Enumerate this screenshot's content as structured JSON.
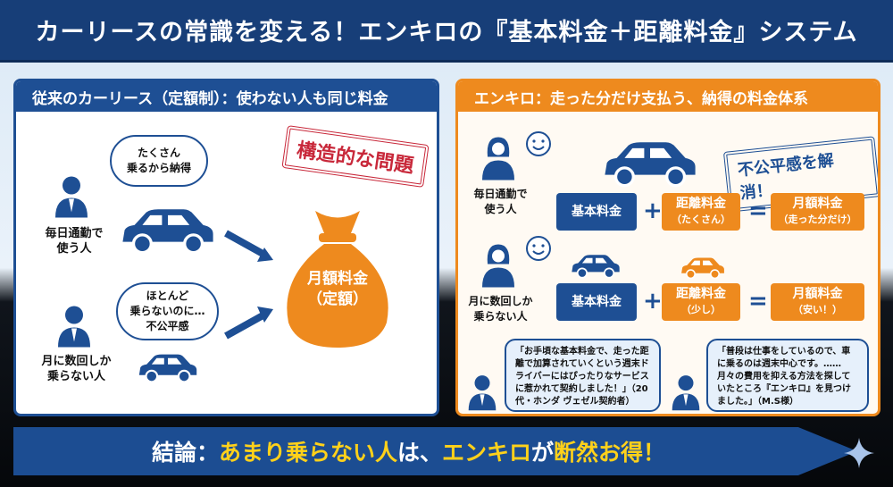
{
  "title": "カーリースの常識を変える！エンキロの『基本料金＋距離料金』システム",
  "left": {
    "header": "従来のカーリース（定額制）：使わない人も同じ料金",
    "stamp": "構造的な問題",
    "user1": {
      "thought_l1": "たくさん",
      "thought_l2": "乗るから納得",
      "label_l1": "毎日通勤で",
      "label_l2": "使う人"
    },
    "user2": {
      "thought_l1": "ほとんど",
      "thought_l2": "乗らないのに…",
      "thought_l3": "不公平感",
      "label_l1": "月に数回しか",
      "label_l2": "乗らない人"
    },
    "bag_l1": "月額料金",
    "bag_l2": "（定額）"
  },
  "right": {
    "header": "エンキロ：走った分だけ支払う、納得の料金体系",
    "stamp": "不公平感を解消！",
    "row1": {
      "label_l1": "毎日通勤で",
      "label_l2": "使う人",
      "base": "基本料金",
      "plus": "+",
      "dist_l1": "距離料金",
      "dist_l2": "（たくさん）",
      "eq": "=",
      "total_l1": "月額料金",
      "total_l2": "（走った分だけ）"
    },
    "row2": {
      "label_l1": "月に数回しか",
      "label_l2": "乗らない人",
      "base": "基本料金",
      "plus": "+",
      "dist_l1": "距離料金",
      "dist_l2": "（少し）",
      "eq": "=",
      "total_l1": "月額料金",
      "total_l2": "（安い！）"
    },
    "quote1": "「お手頃な基本料金で、走った距離で加算されていくという週末ドライバーにはぴったりなサービスに惹かれて契約しました！」（20代・ホンダ ヴェゼル契約者）",
    "quote2": "「普段は仕事をしているので、車に乗るのは週末中心です。……月々の費用を抑える方法を探していたところ『エンキロ』を見つけました。」（M.S様）"
  },
  "banner": {
    "prefix": "結論：",
    "mid": "あまり乗らない人",
    "particle1": "は、",
    "brand": "エンキロ",
    "particle2": "が",
    "end": "断然お得！"
  },
  "colors": {
    "navy": "#1e4f94",
    "orange": "#ee8a1e",
    "red": "#c8283a",
    "yellow": "#ffd11a"
  }
}
